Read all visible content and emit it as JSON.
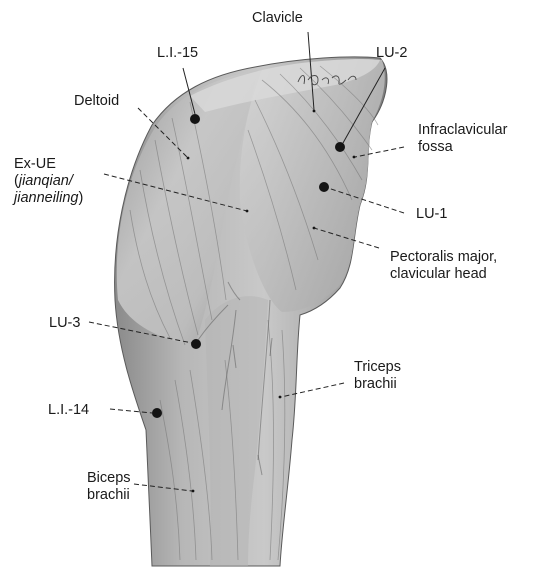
{
  "labels": {
    "clavicle": "Clavicle",
    "li15": "L.I.-15",
    "lu2": "LU-2",
    "deltoid": "Deltoid",
    "infraclavicular_line1": "Infraclavicular",
    "infraclavicular_line2": "fossa",
    "exue_line1": "Ex-UE",
    "exue_line2_open": "(",
    "exue_line2_italic": "jianqian/",
    "exue_line3_italic": "jianneiling",
    "exue_line3_close": ")",
    "lu1": "LU-1",
    "pectoralis_line1": "Pectoralis major,",
    "pectoralis_line2": "clavicular head",
    "lu3": "LU-3",
    "triceps_line1": "Triceps",
    "triceps_line2": "brachii",
    "li14": "L.I.-14",
    "biceps_line1": "Biceps",
    "biceps_line2": "brachii"
  },
  "signature": "Lepier",
  "colors": {
    "skin_light": "#d4d4d4",
    "skin_mid": "#a9a9a9",
    "skin_dark": "#6e6e6e",
    "point": "#141414"
  }
}
